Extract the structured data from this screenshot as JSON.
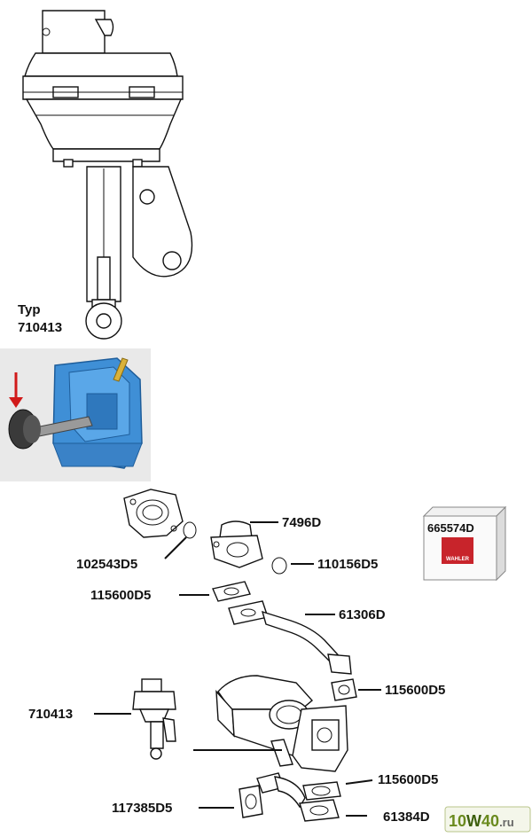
{
  "typ_label": {
    "line1": "Typ",
    "line2": "710413"
  },
  "box_label": "665574D",
  "box_brand": "WAHLER",
  "watermark": {
    "a": "10",
    "b": "W",
    "c": "40",
    "d": ".ru"
  },
  "colors": {
    "accent_red": "#d11a1a",
    "housing_blue": "#3f8fd6",
    "actuator_dark": "#3a3a3a",
    "watermark_green": "#6a8a1e"
  },
  "callouts": [
    {
      "id": "7496D",
      "text": "7496D"
    },
    {
      "id": "102543D5",
      "text": "102543D5"
    },
    {
      "id": "110156D5",
      "text": "110156D5"
    },
    {
      "id": "115600D5-a",
      "text": "115600D5"
    },
    {
      "id": "61306D",
      "text": "61306D"
    },
    {
      "id": "115600D5-b",
      "text": "115600D5"
    },
    {
      "id": "710413",
      "text": "710413"
    },
    {
      "id": "115600D5-c",
      "text": "115600D5"
    },
    {
      "id": "117385D5",
      "text": "117385D5"
    },
    {
      "id": "61384D",
      "text": "61384D"
    }
  ]
}
